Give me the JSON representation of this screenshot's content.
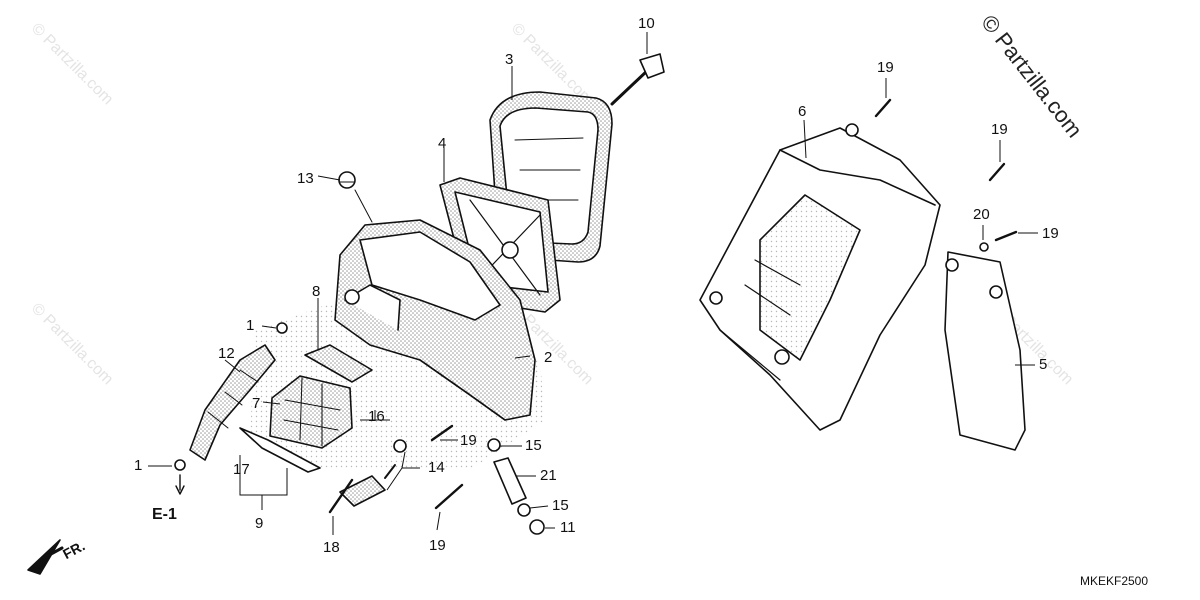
{
  "watermark": {
    "copyright_text": "© Partzilla.com",
    "repeat_text": "© Partzilla.com"
  },
  "diagram_code": "MKEKF2500",
  "reference": "E-1",
  "direction": "FR.",
  "callouts": [
    {
      "id": "c-1a",
      "label": "1"
    },
    {
      "id": "c-1b",
      "label": "1"
    },
    {
      "id": "c-2",
      "label": "2"
    },
    {
      "id": "c-3",
      "label": "3"
    },
    {
      "id": "c-4",
      "label": "4"
    },
    {
      "id": "c-5",
      "label": "5"
    },
    {
      "id": "c-6",
      "label": "6"
    },
    {
      "id": "c-7",
      "label": "7"
    },
    {
      "id": "c-8",
      "label": "8"
    },
    {
      "id": "c-9",
      "label": "9"
    },
    {
      "id": "c-10",
      "label": "10"
    },
    {
      "id": "c-11",
      "label": "11"
    },
    {
      "id": "c-12",
      "label": "12"
    },
    {
      "id": "c-13",
      "label": "13"
    },
    {
      "id": "c-14",
      "label": "14"
    },
    {
      "id": "c-15a",
      "label": "15"
    },
    {
      "id": "c-15b",
      "label": "15"
    },
    {
      "id": "c-16",
      "label": "16"
    },
    {
      "id": "c-17",
      "label": "17"
    },
    {
      "id": "c-18",
      "label": "18"
    },
    {
      "id": "c-19a",
      "label": "19"
    },
    {
      "id": "c-19b",
      "label": "19"
    },
    {
      "id": "c-19c",
      "label": "19"
    },
    {
      "id": "c-19d",
      "label": "19"
    },
    {
      "id": "c-19e",
      "label": "19"
    },
    {
      "id": "c-20",
      "label": "20"
    },
    {
      "id": "c-21",
      "label": "21"
    }
  ]
}
